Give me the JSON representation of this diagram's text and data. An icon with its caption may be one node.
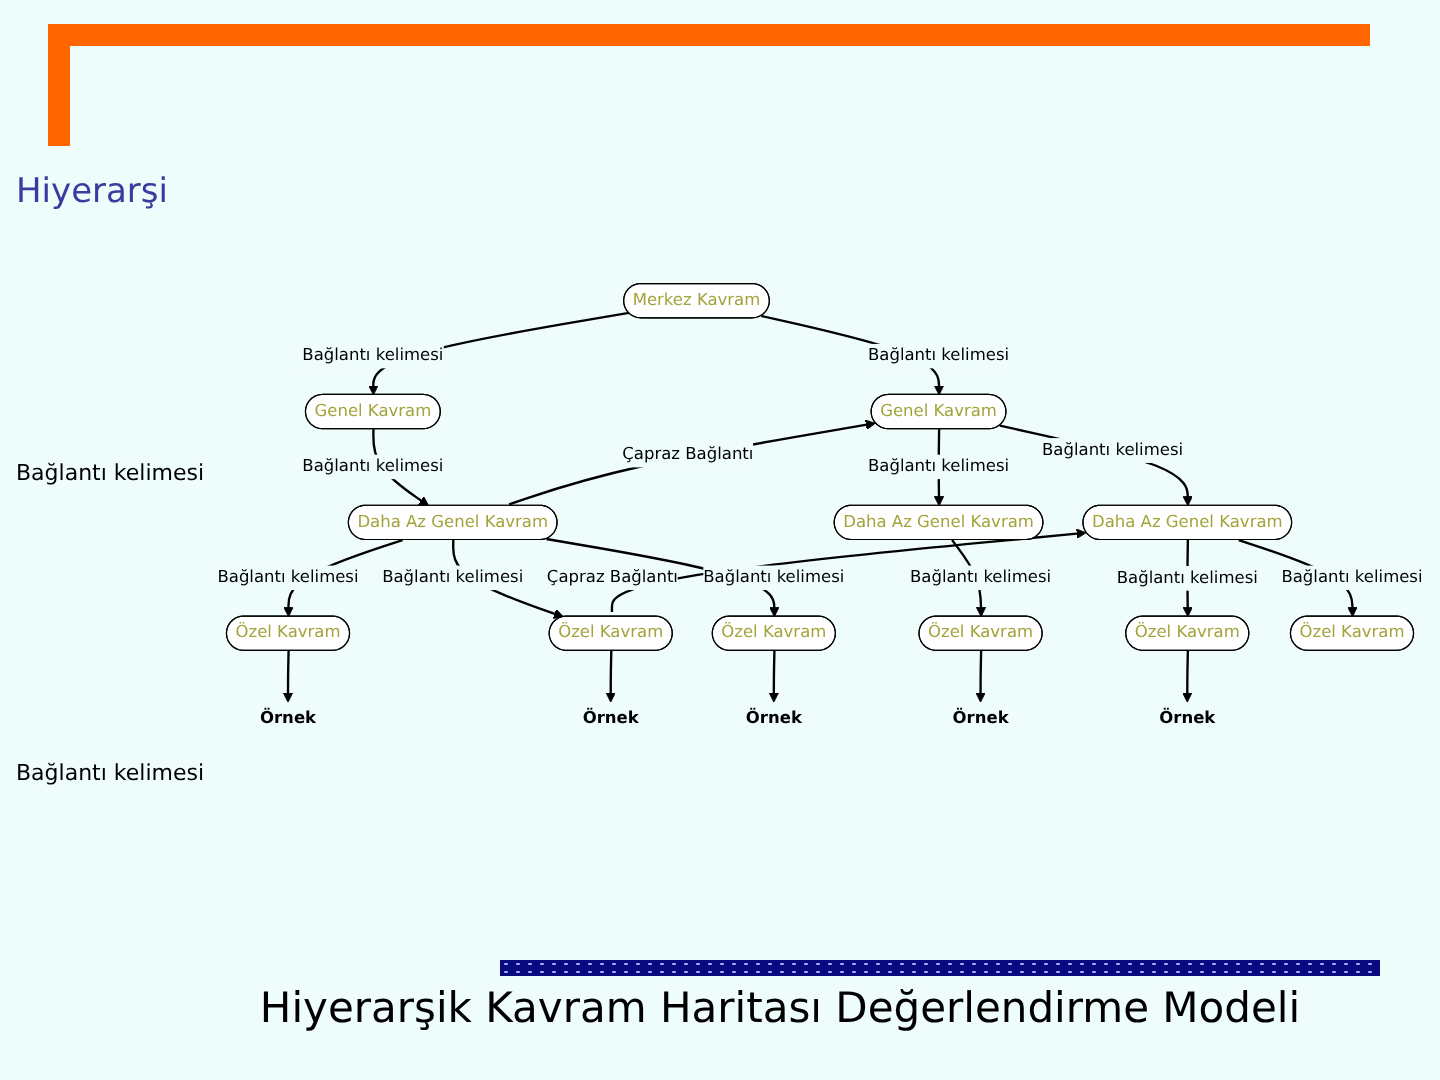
{
  "diagram": {
    "title": "Hiyerarşik Kavram Haritası Değerlendirme Modeli",
    "nodes": [
      {
        "text": [
          "Merkez Kavram"
        ]
      },
      {
        "text": [
          "Genel Kavram"
        ]
      },
      {
        "text": [
          "Genel Kavram"
        ]
      },
      {
        "text": [
          "Daha Az Genel Kavram"
        ]
      },
      {
        "text": [
          "Daha Az Genel Kavram"
        ]
      },
      {
        "text": [
          "Daha Az Genel Kavram"
        ]
      },
      {
        "text": [
          "Özel Kavram"
        ]
      },
      {
        "text": [
          "Özel Kavram"
        ]
      },
      {
        "text": [
          "Özel Kavram"
        ]
      },
      {
        "text": [
          "Özel Kavram"
        ]
      },
      {
        "text": [
          "Özel Kavram"
        ]
      },
      {
        "text": [
          "Özel Kavram"
        ]
      },
      {
        "text": [
          "Örnek"
        ]
      },
      {
        "text": [
          "Örnek"
        ]
      },
      {
        "text": [
          "Örnek"
        ]
      },
      {
        "text": [
          "Örnek"
        ]
      },
      {
        "text": [
          "Örnek"
        ]
      }
    ],
    "edges": [
      {
        "from": 0,
        "to": 1,
        "arrow": "to",
        "label": "Bağlantı kelimesi"
      },
      {
        "from": 0,
        "to": 2,
        "arrow": "to",
        "label": "Bağlantı kelimesi"
      },
      {
        "from": 1,
        "to": 3,
        "arrow": "to",
        "label": "Bağlantı kelimesi"
      },
      {
        "from": 3,
        "to": 2,
        "arrow": "to",
        "label": "Çapraz Bağlantı"
      },
      {
        "from": 2,
        "to": 4,
        "arrow": "to",
        "label": "Bağlantı kelimesi"
      },
      {
        "from": 2,
        "to": 5,
        "arrow": "to",
        "label": "Bağlantı kelimesi"
      },
      {
        "from": 3,
        "to": 6,
        "arrow": "to",
        "label": "Bağlantı kelimesi"
      },
      {
        "from": 3,
        "to": 7,
        "arrow": "to",
        "label": "Bağlantı kelimesi"
      },
      {
        "from": 3,
        "to": 8,
        "arrow": "to",
        "label": "Bağlantı kelimesi"
      },
      {
        "from": 4,
        "to": 9,
        "arrow": "to",
        "label": "Bağlantı kelimesi"
      },
      {
        "from": 5,
        "to": 10,
        "arrow": "to",
        "label": "Bağlantı kelimesi"
      },
      {
        "from": 5,
        "to": 11,
        "arrow": "to",
        "label": "Bağlantı kelimesi"
      },
      {
        "from": 6,
        "to": 12,
        "arrow": "to"
      },
      {
        "from": 7,
        "to": 13,
        "arrow": "to"
      },
      {
        "from": 8,
        "to": 14,
        "arrow": "to"
      },
      {
        "from": 9,
        "to": 15,
        "arrow": "to"
      },
      {
        "from": 10,
        "to": 16,
        "arrow": "to"
      },
      {
        "from": 7,
        "to": 5,
        "arrow": "to",
        "label": "Çapraz Bağlantı"
      }
    ],
    "labels": [
      "Hiyerarşi",
      "Bağlantı kelimesi",
      "Bağlantı kelimesi"
    ]
  }
}
